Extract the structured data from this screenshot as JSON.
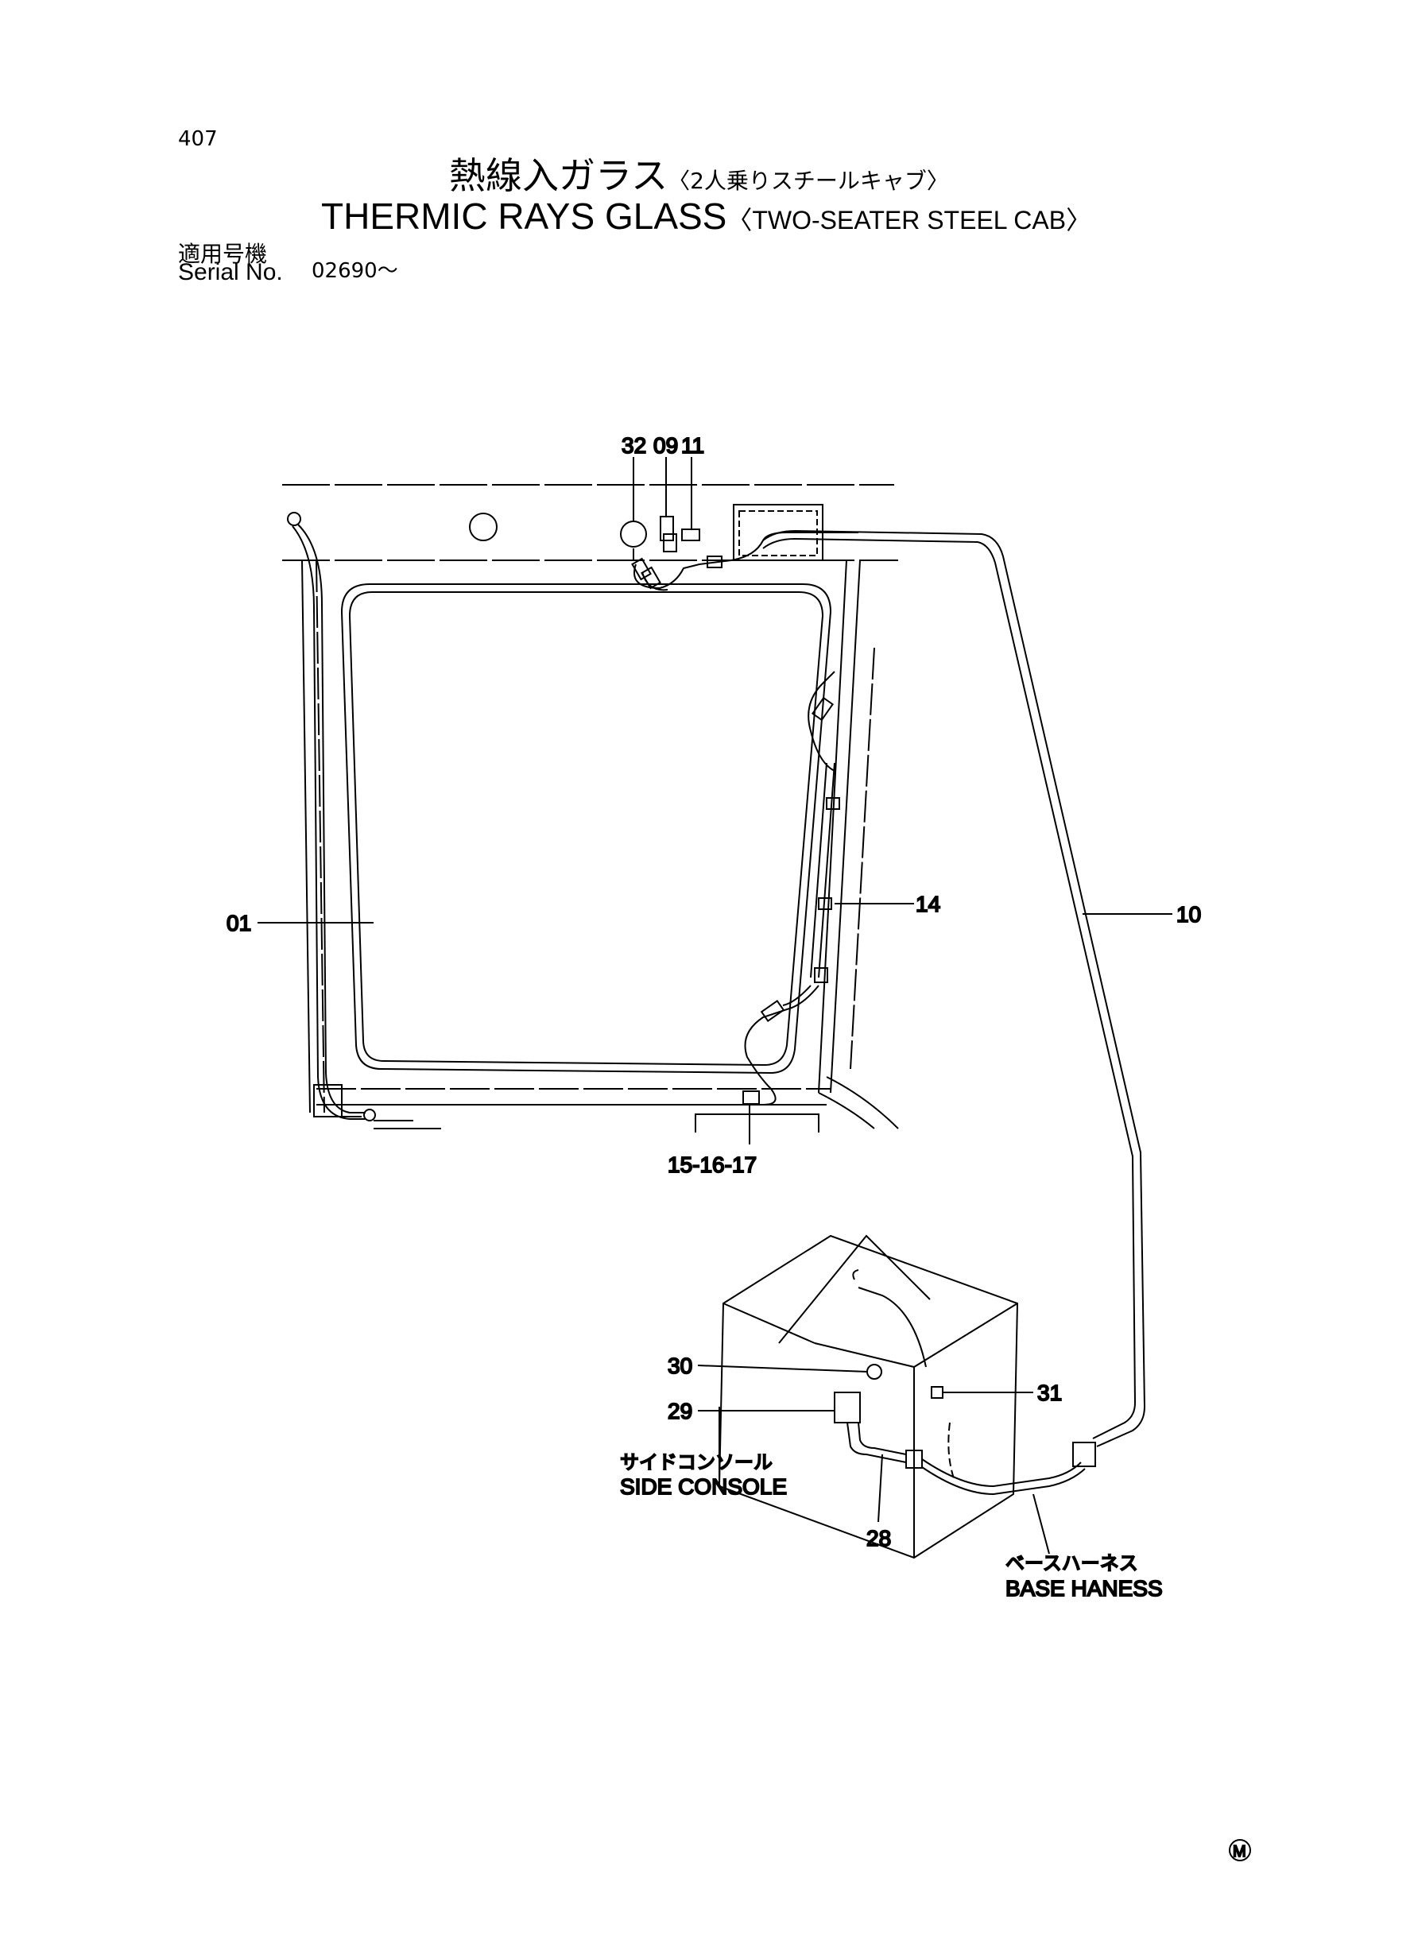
{
  "page_number": "407",
  "title_jp": "熱線入ガラス",
  "title_jp_sub": "〈2人乗りスチールキャブ〉",
  "title_en": "THERMIC RAYS GLASS",
  "title_en_sub": "〈TWO-SEATER STEEL CAB〉",
  "serial_label_jp": "適用号機",
  "serial_label_en": "Serial No.",
  "serial_value": "02690～",
  "callouts": {
    "c01": "01",
    "c10": "10",
    "c14": "14",
    "c15": "15-16-17",
    "c28": "28",
    "c29": "29",
    "c30": "30",
    "c31": "31",
    "c32": "32",
    "c09": "09",
    "c11": "11"
  },
  "labels": {
    "side_console_jp": "サイドコンソール",
    "side_console_en": "SIDE CONSOLE",
    "base_harness_jp": "ベースハーネス",
    "base_harness_en": "BASE HANESS"
  },
  "stamp": "M"
}
